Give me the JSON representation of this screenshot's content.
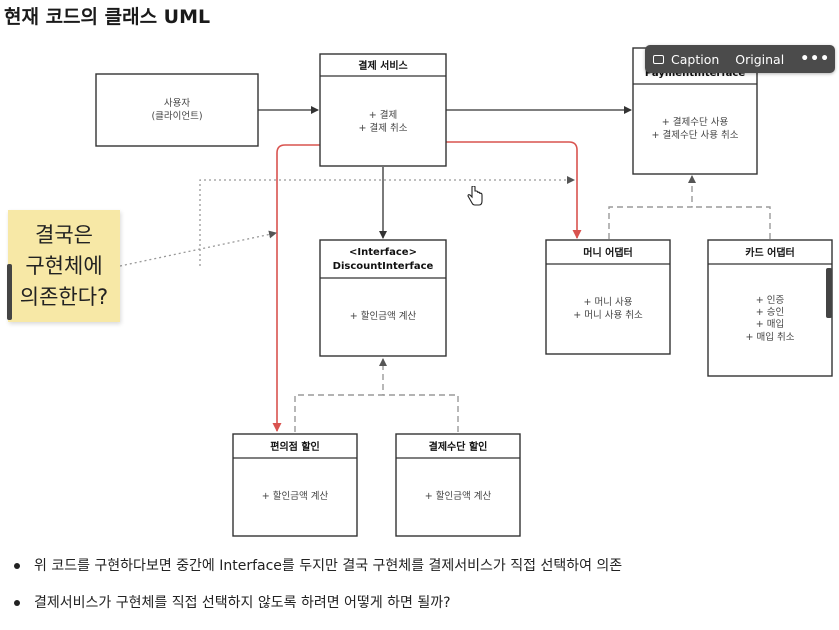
{
  "heading": "현재 코드의 클래스 UML",
  "toolbar": {
    "caption_label": "Caption",
    "original_label": "Original",
    "more_label": "•••"
  },
  "sticky_note": {
    "text": "결국은\n구현체에\n의존한다?"
  },
  "classes": {
    "client": {
      "title": "",
      "lines": [
        "사용자",
        "(클라이언트)"
      ]
    },
    "payment": {
      "title": "결제 서비스",
      "lines": [
        "+ 결제",
        "+ 결제 취소"
      ]
    },
    "pay_if": {
      "title": "PaymentInterface",
      "lines": [
        "+ 결제수단 사용",
        "+ 결제수단 사용 취소"
      ]
    },
    "disc_if": {
      "stereotype": "<Interface>",
      "title": "DiscountInterface",
      "lines": [
        "+ 할인금액 계산"
      ]
    },
    "money": {
      "title": "머니 어댑터",
      "lines": [
        "+ 머니 사용",
        "+ 머니 사용 취소"
      ]
    },
    "card": {
      "title": "카드 어댑터",
      "lines": [
        "+ 인증",
        "+ 승인",
        "+ 매입",
        "+ 매입 취소"
      ]
    },
    "conv": {
      "title": "편의점 할인",
      "lines": [
        "+ 할인금액 계산"
      ]
    },
    "method": {
      "title": "결제수단 할인",
      "lines": [
        "+ 할인금액 계산"
      ]
    }
  },
  "colors": {
    "dependency_red": "#d9534f",
    "line_dark": "#333333",
    "dashed_gray": "#9a9a9a",
    "sticky_yellow": "#f7e8a6",
    "toolbar_bg": "#4b4b4b"
  },
  "bullets": [
    "위 코드를 구현하다보면 중간에 Interface를 두지만 결국 구현체를 결제서비스가 직접 선택하여 의존",
    "결제서비스가 구현체를 직접 선택하지 않도록 하려면 어떻게 하면 될까?"
  ]
}
